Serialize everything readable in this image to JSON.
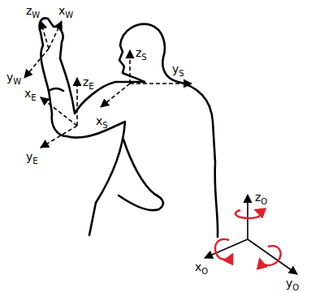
{
  "diagram": {
    "labels": [
      "zW",
      "xW",
      "yW",
      "xE",
      "zE",
      "yE",
      "zS",
      "yS",
      "xS",
      "zO",
      "xO",
      "yO"
    ]
  }
}
